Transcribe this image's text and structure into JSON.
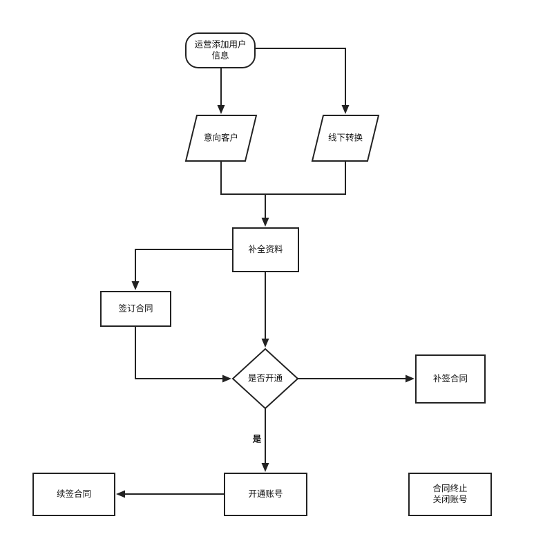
{
  "diagram": {
    "nodes": [
      {
        "id": "add_user",
        "shape": "terminator",
        "lines": [
          "运营添加用户",
          "信息"
        ]
      },
      {
        "id": "intent_customer",
        "shape": "parallelogram",
        "lines": [
          "意向客户"
        ]
      },
      {
        "id": "offline_convert",
        "shape": "parallelogram",
        "lines": [
          "线下转换"
        ]
      },
      {
        "id": "complete_info",
        "shape": "process",
        "lines": [
          "补全资料"
        ]
      },
      {
        "id": "sign_contract",
        "shape": "process",
        "lines": [
          "签订合同"
        ]
      },
      {
        "id": "open_decision",
        "shape": "decision",
        "lines": [
          "是否开通"
        ]
      },
      {
        "id": "supplement_contract",
        "shape": "process",
        "lines": [
          "补签合同"
        ]
      },
      {
        "id": "open_account",
        "shape": "process",
        "lines": [
          "开通账号"
        ]
      },
      {
        "id": "renew_contract",
        "shape": "process",
        "lines": [
          "续签合同"
        ]
      },
      {
        "id": "contract_end",
        "shape": "process",
        "lines": [
          "合同终止",
          "关闭账号"
        ]
      }
    ],
    "edges": [
      {
        "from": "add_user",
        "to": "intent_customer",
        "label": ""
      },
      {
        "from": "add_user",
        "to": "offline_convert",
        "label": ""
      },
      {
        "from": "intent_customer",
        "to": "complete_info",
        "label": ""
      },
      {
        "from": "offline_convert",
        "to": "complete_info",
        "label": ""
      },
      {
        "from": "complete_info",
        "to": "sign_contract",
        "label": ""
      },
      {
        "from": "complete_info",
        "to": "open_decision",
        "label": ""
      },
      {
        "from": "sign_contract",
        "to": "open_decision",
        "label": ""
      },
      {
        "from": "open_decision",
        "to": "supplement_contract",
        "label": ""
      },
      {
        "from": "open_decision",
        "to": "open_account",
        "label": "是"
      },
      {
        "from": "open_account",
        "to": "renew_contract",
        "label": ""
      },
      {
        "from": "open_account",
        "to": "contract_end",
        "label": ""
      }
    ]
  }
}
